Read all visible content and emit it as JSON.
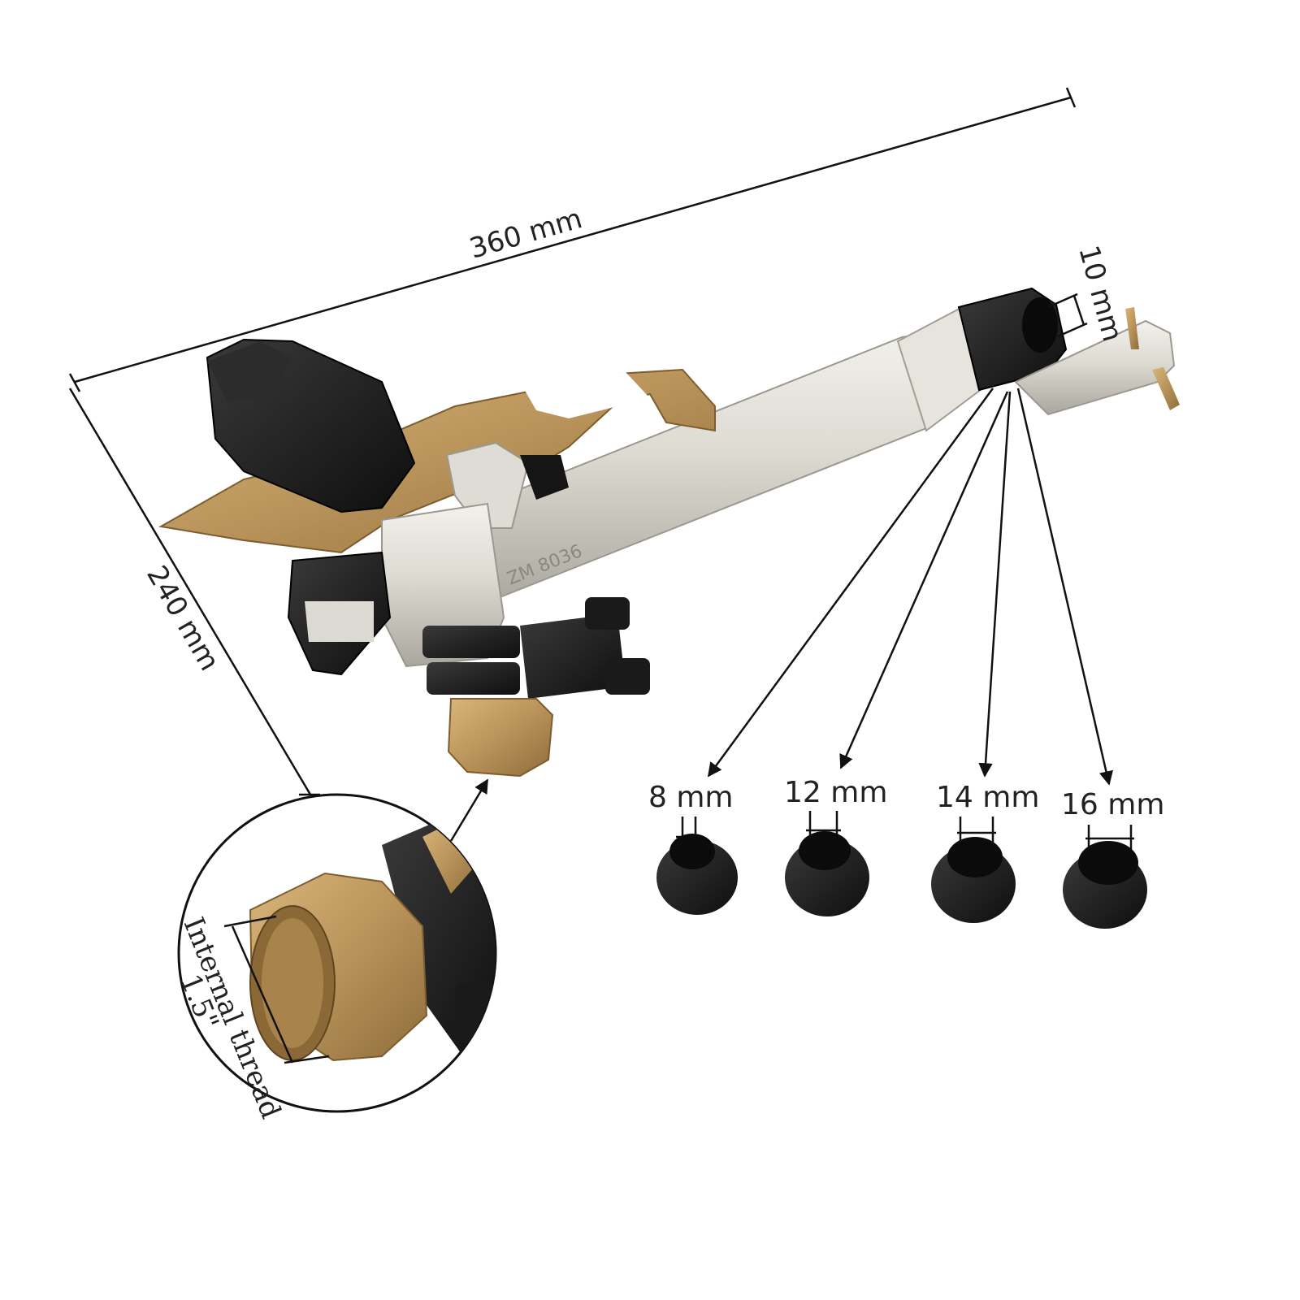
{
  "dimensions": {
    "length": "360 mm",
    "height": "240 mm",
    "outlet": "10 mm"
  },
  "nozzles": [
    {
      "label": "8 mm"
    },
    {
      "label": "12 mm"
    },
    {
      "label": "14 mm"
    },
    {
      "label": "16 mm"
    }
  ],
  "inset": {
    "line1": "Internal thread",
    "line2": "1.5\""
  },
  "marking": "ZM 8036",
  "colors": {
    "brass": "#b8935a",
    "aluminum": "#d8d6cc",
    "black_plastic": "#1e1e1e",
    "line": "#111111"
  }
}
